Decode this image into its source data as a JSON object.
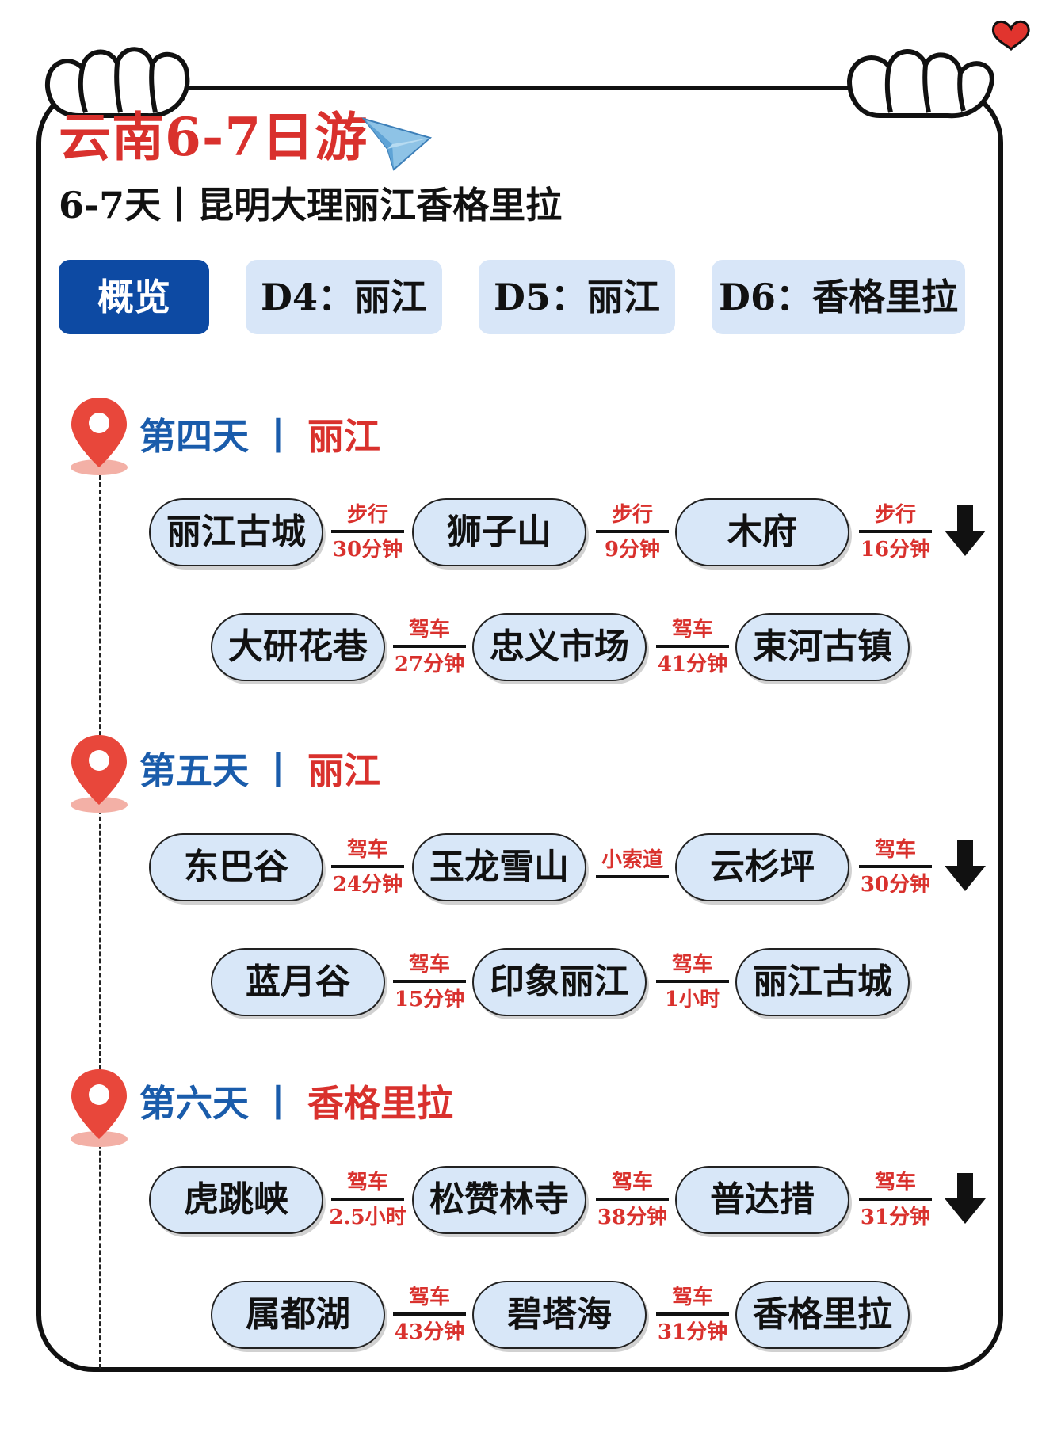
{
  "colors": {
    "title_red": "#d9312d",
    "accent_blue": "#0d4aa3",
    "day_blue": "#1a5cab",
    "pill_fill": "#d8e7f8",
    "tab_fill": "#d8e6f8"
  },
  "header": {
    "title": "云南6-7日游",
    "subtitle": "6-7天丨昆明大理丽江香格里拉"
  },
  "tabs": [
    {
      "label": "概览",
      "active": true
    },
    {
      "label": "D4：丽江",
      "active": false
    },
    {
      "label": "D5：丽江",
      "active": false
    },
    {
      "label": "D6：香格里拉",
      "active": false
    }
  ],
  "days": [
    {
      "day": "第四天",
      "sep": "丨",
      "place": "丽江",
      "row1": {
        "stops": [
          "丽江古城",
          "狮子山",
          "木府"
        ],
        "links": [
          {
            "mode": "步行",
            "time": "30分钟"
          },
          {
            "mode": "步行",
            "time": "9分钟"
          },
          {
            "mode": "步行",
            "time": "16分钟"
          }
        ]
      },
      "row2": {
        "stops": [
          "大研花巷",
          "忠义市场",
          "束河古镇"
        ],
        "links": [
          {
            "mode": "驾车",
            "time": "27分钟"
          },
          {
            "mode": "驾车",
            "time": "41分钟"
          }
        ]
      }
    },
    {
      "day": "第五天",
      "sep": "丨",
      "place": "丽江",
      "row1": {
        "stops": [
          "东巴谷",
          "玉龙雪山",
          "云杉坪"
        ],
        "links": [
          {
            "mode": "驾车",
            "time": "24分钟"
          },
          {
            "mode": "小索道",
            "time": ""
          },
          {
            "mode": "驾车",
            "time": "30分钟"
          }
        ]
      },
      "row2": {
        "stops": [
          "蓝月谷",
          "印象丽江",
          "丽江古城"
        ],
        "links": [
          {
            "mode": "驾车",
            "time": "15分钟"
          },
          {
            "mode": "驾车",
            "time": "1小时"
          }
        ]
      }
    },
    {
      "day": "第六天",
      "sep": "丨",
      "place": "香格里拉",
      "row1": {
        "stops": [
          "虎跳峡",
          "松赞林寺",
          "普达措"
        ],
        "links": [
          {
            "mode": "驾车",
            "time": "2.5小时"
          },
          {
            "mode": "驾车",
            "time": "38分钟"
          },
          {
            "mode": "驾车",
            "time": "31分钟"
          }
        ]
      },
      "row2": {
        "stops": [
          "属都湖",
          "碧塔海",
          "香格里拉"
        ],
        "links": [
          {
            "mode": "驾车",
            "time": "43分钟"
          },
          {
            "mode": "驾车",
            "time": "31分钟"
          }
        ]
      }
    }
  ]
}
